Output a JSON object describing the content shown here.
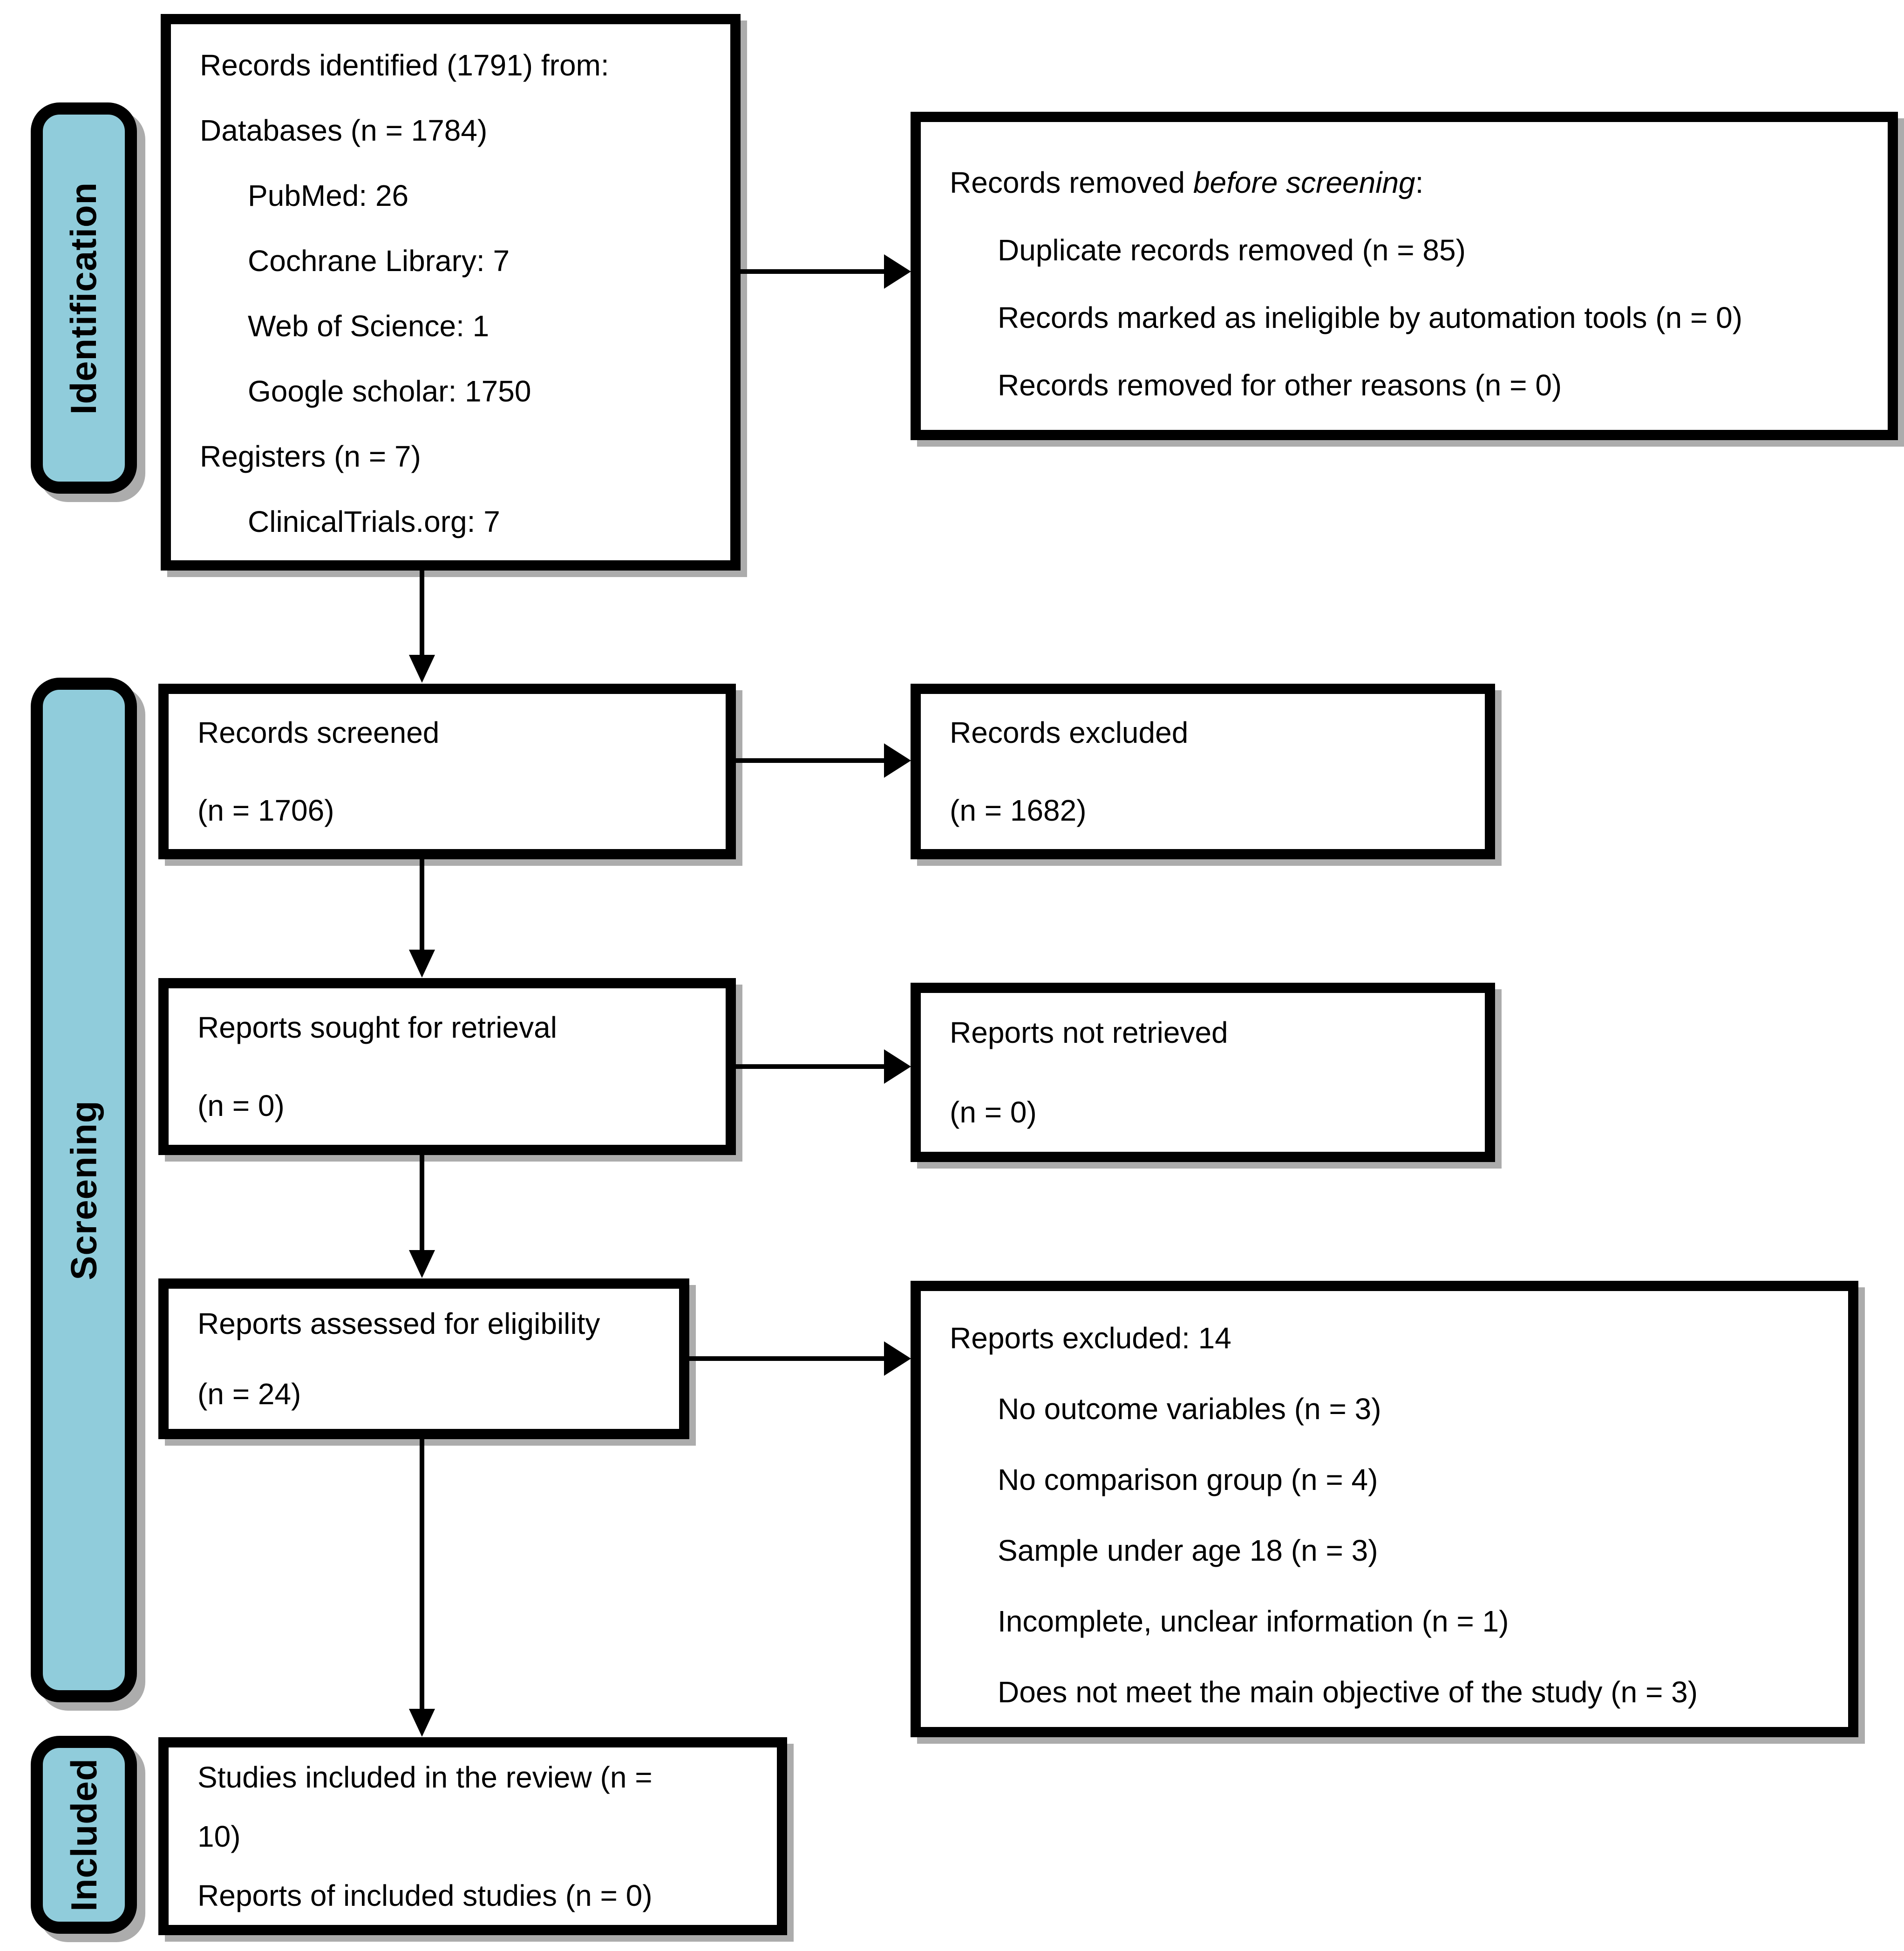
{
  "colors": {
    "stage_label_fill": "#90CCDB",
    "box_border": "#000000",
    "shadow": "#ACACAC",
    "background": "#FFFFFF"
  },
  "sidebar": {
    "identification": "Identification",
    "screening": "Screening",
    "included": "Included"
  },
  "identified_box": {
    "lines": [
      "Records identified (1791) from:",
      "Databases (n = 1784)",
      "PubMed: 26",
      "Cochrane Library: 7",
      "Web of Science: 1",
      "Google scholar: 1750",
      "Registers (n = 7)",
      "ClinicalTrials.org: 7"
    ]
  },
  "removed_box": {
    "title_prefix": "Records removed ",
    "title_italic": "before screening",
    "title_suffix": ":",
    "items": [
      "Duplicate records removed (n = 85)",
      "Records marked as ineligible by automation tools (n = 0)",
      "Records removed for other reasons (n = 0)"
    ]
  },
  "screened_box": {
    "line1": "Records screened",
    "line2": "(n = 1706)"
  },
  "excluded_box": {
    "line1": "Records excluded",
    "line2": "(n = 1682)"
  },
  "sought_box": {
    "line1": "Reports sought for retrieval",
    "line2": "(n = 0)"
  },
  "not_retrieved_box": {
    "line1": "Reports not retrieved",
    "line2": "(n = 0)"
  },
  "assessed_box": {
    "line1": "Reports assessed for eligibility",
    "line2": "(n = 24)"
  },
  "reports_excluded_box": {
    "title": "Reports excluded: 14",
    "items": [
      "No outcome variables (n = 3)",
      "No comparison group (n = 4)",
      "Sample under age 18 (n = 3)",
      "Incomplete, unclear information (n = 1)",
      "Does not meet the main objective of the study (n = 3)"
    ]
  },
  "included_box": {
    "lines": [
      "Studies included in the review (n =",
      "10)",
      "Reports of included studies (n = 0)"
    ]
  }
}
